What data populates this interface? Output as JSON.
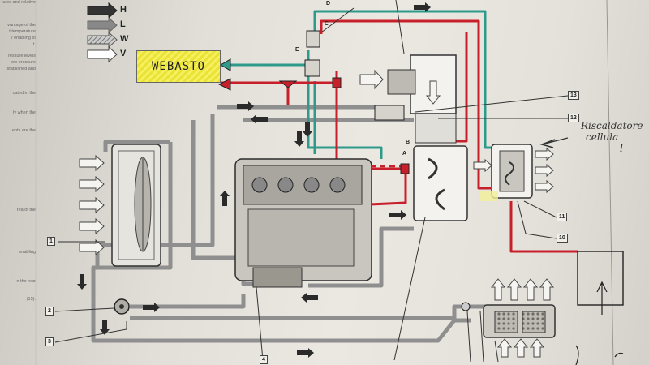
{
  "side_text": [
    "ures and relative",
    "vantage of the",
    "t temperature",
    "y enabling to",
    "t.",
    "ressure levels",
    "low pressure",
    "stablished and",
    "cated in the",
    "ly when the",
    "ents are the",
    "rea of the",
    "enabling",
    "n the rear",
    "(15):"
  ],
  "legend": [
    {
      "label": "H",
      "color": "#333333",
      "icon": "solid-arrow-icon"
    },
    {
      "label": "L",
      "color": "#888888",
      "icon": "grey-arrow-icon"
    },
    {
      "label": "W",
      "color": "#aaaaaa",
      "icon": "hatched-arrow-icon"
    },
    {
      "label": "V",
      "color": "#ffffff",
      "icon": "outline-arrow-icon"
    }
  ],
  "webasto_label": "WEBASTO",
  "handwritten_note": [
    "Riscaldatore",
    "cellula",
    "l"
  ],
  "letters": {
    "a": "A",
    "b": "B",
    "c": "C",
    "d": "D",
    "e": "E"
  },
  "callouts": {
    "n1": "1",
    "n2": "2",
    "n3": "3",
    "n4": "4",
    "n10": "10",
    "n11": "11",
    "n12": "12",
    "n13": "13"
  },
  "colors": {
    "red_pipe": "#c8202a",
    "teal_pipe": "#2e9a8c",
    "grey_pipe": "#8f8f8f",
    "highlight": "#f1ea4a"
  }
}
